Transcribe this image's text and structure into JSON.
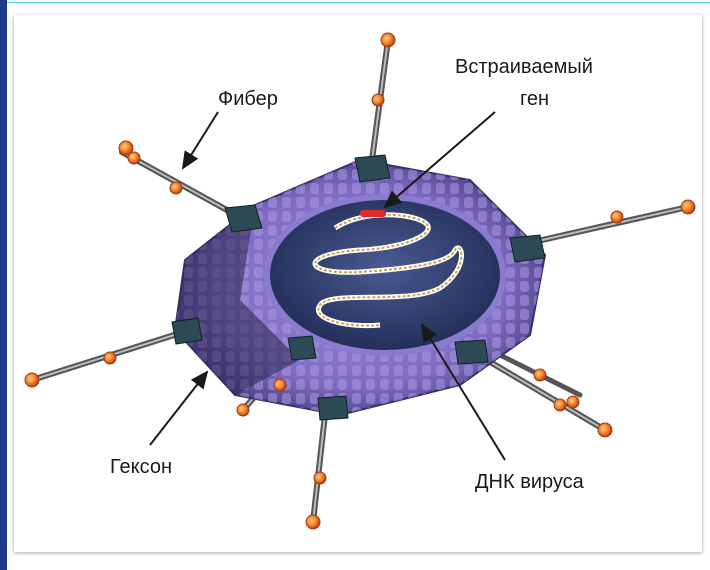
{
  "labels": {
    "fiber": "Фибер",
    "inserted_gene_line1": "Встраиваемый",
    "inserted_gene_line2": "ген",
    "hexon": "Гексон",
    "viral_dna": "ДНК вируса"
  },
  "colors": {
    "accent_bar": "#1f3a8c",
    "top_line": "#4fd3e6",
    "capsid": "#7f6cc2",
    "core": "#2e3c6b",
    "fiber_knob": "#f07a28",
    "gene_marker": "#e02a2a"
  }
}
